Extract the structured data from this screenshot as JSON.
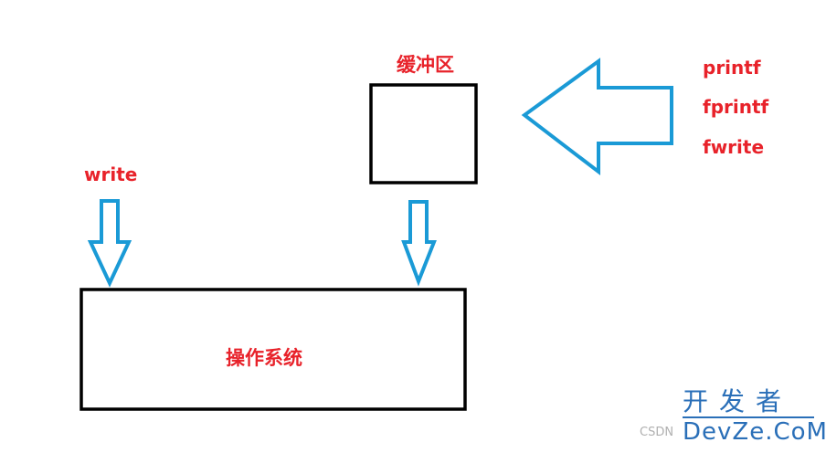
{
  "labels": {
    "buffer": "缓冲区",
    "write": "write",
    "functions": [
      "printf",
      "fprintf",
      "fwrite"
    ],
    "os": "操作系统"
  },
  "watermark": {
    "chinese": "开发者",
    "english": "DevZe.CoM",
    "credit": "CSDN"
  },
  "colors": {
    "text": "#e8222a",
    "arrow": "#1a9ad6",
    "box": "#000000",
    "watermark": "#2a6fb8"
  }
}
